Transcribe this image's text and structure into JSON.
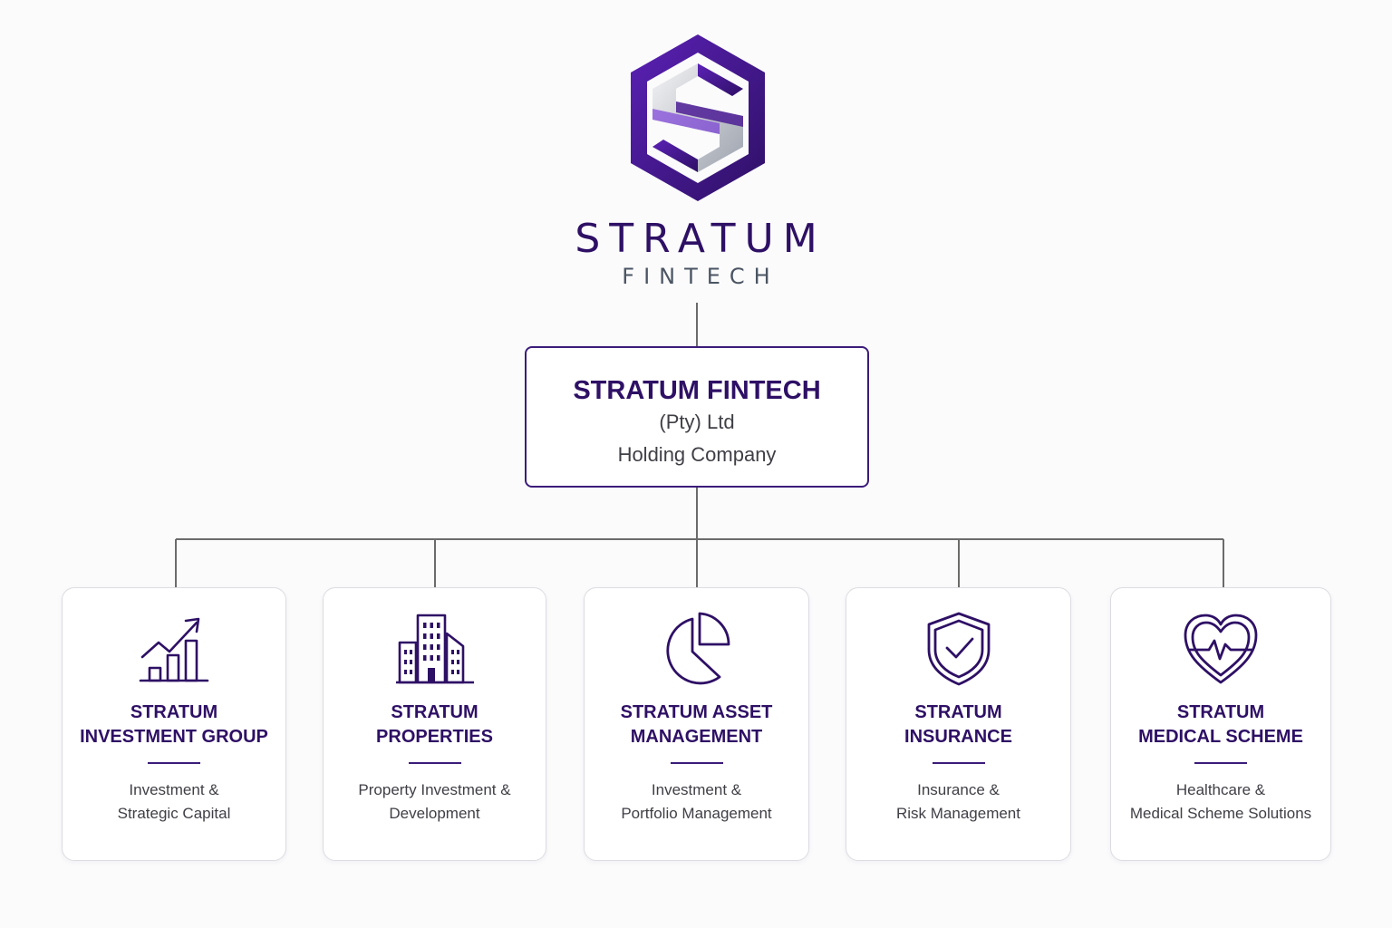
{
  "brand": {
    "name": "STRATUM",
    "sub": "FINTECH",
    "logo_icon": "stratum-s-logo-icon",
    "colors": {
      "primary_purple": "#3b1c7a",
      "dark_text": "#2e1065",
      "silver": "#c9cbd0",
      "connector": "#6b6b6b"
    }
  },
  "holding": {
    "title": "STRATUM FINTECH",
    "subtitle": "(Pty) Ltd",
    "type": "Holding Company"
  },
  "subsidiaries": [
    {
      "icon": "bar-chart-growth-icon",
      "title_lines": [
        "STRATUM",
        "INVESTMENT GROUP"
      ],
      "desc_lines": [
        "Investment &",
        "Strategic Capital"
      ]
    },
    {
      "icon": "buildings-icon",
      "title_lines": [
        "STRATUM",
        "PROPERTIES"
      ],
      "desc_lines": [
        "Property Investment &",
        "Development"
      ]
    },
    {
      "icon": "pie-chart-icon",
      "title_lines": [
        "STRATUM ASSET",
        "MANAGEMENT"
      ],
      "desc_lines": [
        "Investment &",
        "Portfolio Management"
      ]
    },
    {
      "icon": "shield-check-icon",
      "title_lines": [
        "STRATUM",
        "INSURANCE"
      ],
      "desc_lines": [
        "Insurance &",
        "Risk Management"
      ]
    },
    {
      "icon": "heart-pulse-icon",
      "title_lines": [
        "STRATUM",
        "MEDICAL SCHEME"
      ],
      "desc_lines": [
        "Healthcare &",
        "Medical Scheme Solutions"
      ]
    }
  ]
}
